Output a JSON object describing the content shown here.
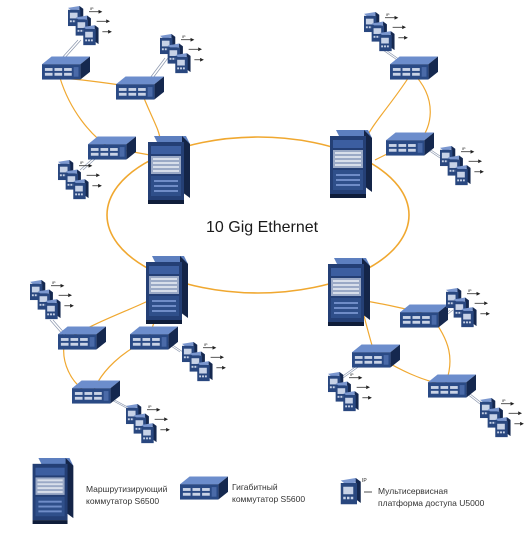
{
  "ring": {
    "label": "10 Gig Ethernet"
  },
  "device_icons": {
    "router": "router-s6500-icon",
    "switch": "switch-s5600-icon",
    "access": "access-platform-u5000-icon"
  },
  "colors": {
    "link": "#f0a830",
    "device_dark": "#1d3360",
    "device_mid": "#2f4f8a",
    "device_light": "#5d7fbf"
  },
  "legend": {
    "router_line1": "Маршрутизирующий",
    "router_line2": "коммутатор S6500",
    "switch_line1": "Гигабитный",
    "switch_line2": "коммутатор S5600",
    "access_line1": "Мультисервисная",
    "access_line2": "платформа доступа   U5000"
  }
}
